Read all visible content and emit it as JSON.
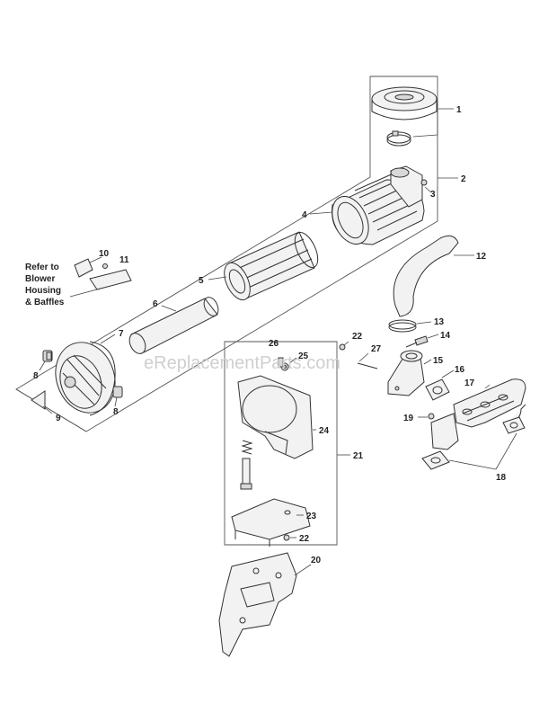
{
  "watermark": "eReplacementParts.com",
  "note_lines": [
    "Refer to",
    "Blower",
    "Housing",
    "& Baffles"
  ],
  "callouts": [
    "1",
    "2",
    "3",
    "4",
    "5",
    "6",
    "7",
    "8",
    "8",
    "9",
    "10",
    "11",
    "12",
    "13",
    "14",
    "15",
    "16",
    "17",
    "18",
    "19",
    "20",
    "21",
    "22",
    "22",
    "23",
    "24",
    "25",
    "26",
    "27"
  ]
}
